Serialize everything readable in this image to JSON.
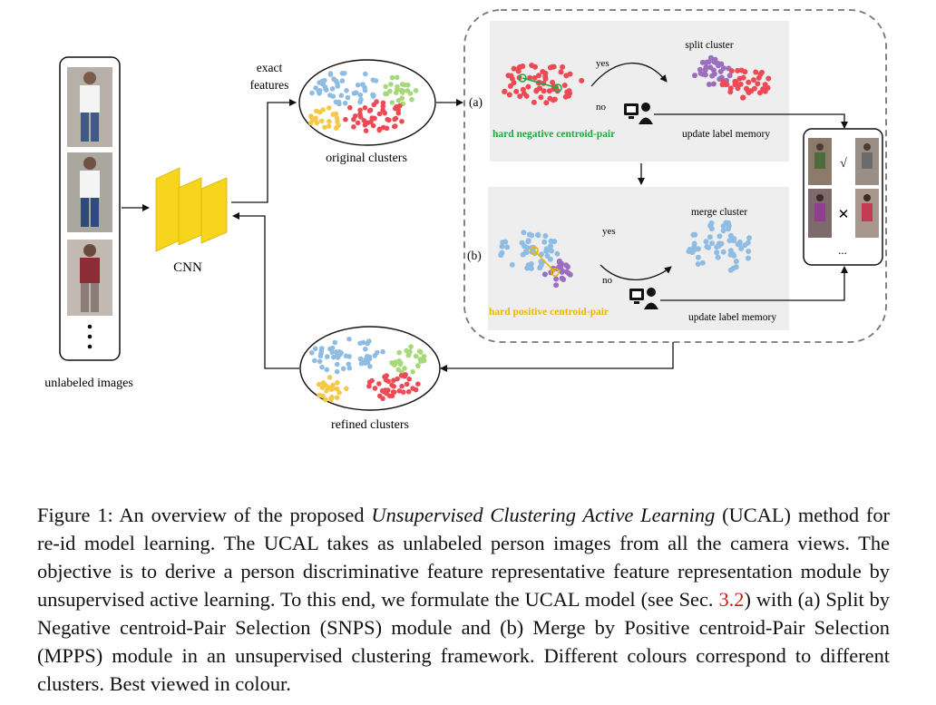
{
  "figure": {
    "labels": {
      "unlabeled_images": "unlabeled images",
      "cnn": "CNN",
      "exact_features_line1": "exact",
      "exact_features_line2": "features",
      "original_clusters": "original clusters",
      "refined_clusters": "refined clusters",
      "panel_a_marker": "(a)",
      "panel_b_marker": "(b)",
      "yes": "yes",
      "no": "no",
      "split_cluster": "split cluster",
      "merge_cluster": "merge cluster",
      "update_label_memory": "update label memory",
      "hard_negative_pair": "hard negative centroid-pair",
      "hard_positive_pair": "hard positive centroid-pair",
      "check_mark": "√",
      "cross_mark": "✕",
      "ellipsis": "..."
    },
    "colors": {
      "blue_cluster": "#8fbce3",
      "red_cluster": "#ee4a55",
      "green_cluster": "#a8d87c",
      "yellow_cluster": "#f6c94a",
      "purple_cluster": "#9b6ec0",
      "cnn_yellow": "#f7d51d",
      "panel_bg": "#eeeeee",
      "negative_label": "#1eaa3c",
      "positive_label": "#f0b400"
    }
  },
  "caption": {
    "prefix": "Figure 1:   An overview of the proposed ",
    "method_italic": "Unsupervised Clustering Active Learning",
    "text_1": " (UCAL) method for re-id model learning.  The UCAL takes as unlabeled person images from all the camera views.  The objective is to derive a person discriminative feature representative feature representation module by unsupervised active learning.  To this end, we formulate the UCAL model (see Sec. ",
    "section_ref": "3.2",
    "text_2": ") with (a) Split by Negative centroid-Pair Selection (SNPS) module and (b) Merge by Positive centroid-Pair Selection (MPPS) module in an unsupervised clustering framework.  Different colours correspond to different clusters.  Best viewed in colour."
  }
}
